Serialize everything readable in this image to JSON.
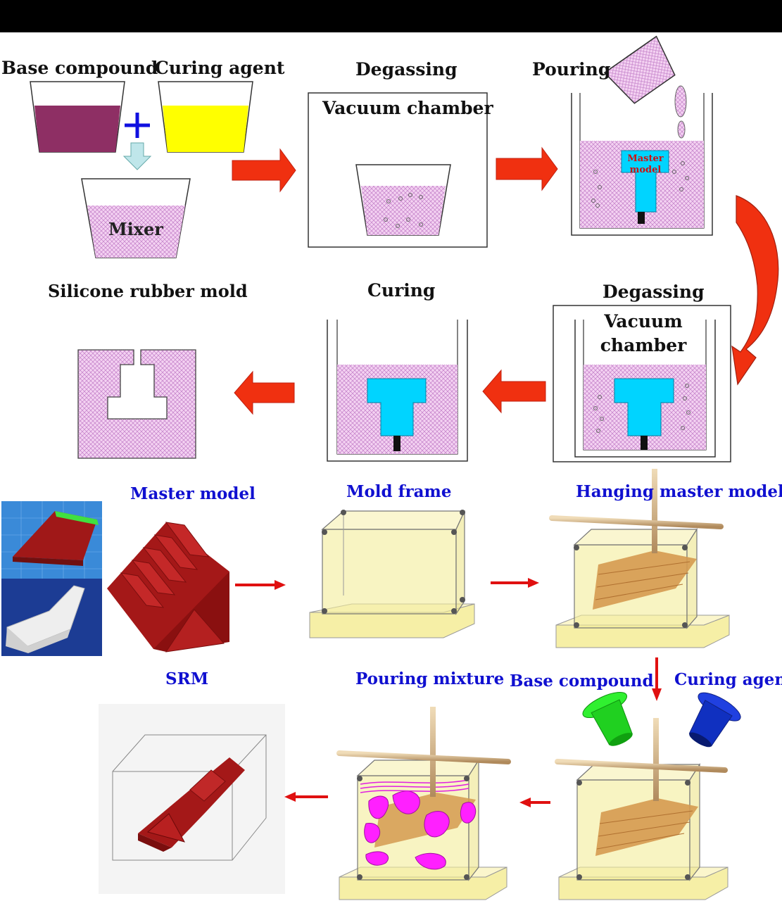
{
  "labels": {
    "base_compound": "Base compound",
    "curing_agent": "Curing agent",
    "mixer": "Mixer",
    "degassing_1": "Degassing",
    "vacuum_chamber_1": "Vacuum chamber",
    "pouring": "Pouring",
    "master_model_small": "Master model",
    "silicone_rubber_mold": "Silicone rubber mold",
    "curing": "Curing",
    "degassing_2": "Degassing",
    "vacuum_chamber_2_line1": "Vacuum",
    "vacuum_chamber_2_line2": "chamber",
    "master_model": "Master model",
    "mold_frame": "Mold frame",
    "hanging_master_model": "Hanging master model",
    "srm": "SRM",
    "pouring_mixture": "Pouring mixture",
    "base_compound_2": "Base compound",
    "curing_agent_2": "Curing agent"
  },
  "colors": {
    "base_compound": "#8e2f64",
    "curing_agent": "#ffff00",
    "silicone_mix": "#f2c9f0",
    "master_model": "#00d4ff",
    "arrow": "#f03010",
    "red_arrow": "#e01010",
    "label_blue": "#1010d0",
    "part_red": "#a41818",
    "frame_yellow": "#f6efa6",
    "rod": "#d9b88c",
    "magenta": "#ff20ff",
    "green_cup": "#20e020",
    "blue_cup": "#1030c0"
  }
}
